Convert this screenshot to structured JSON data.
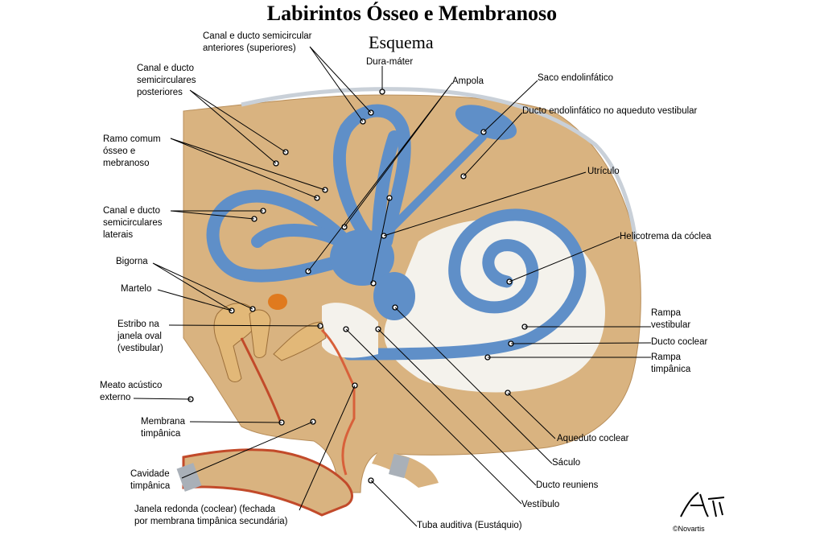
{
  "title": "Labirintos Ósseo e Membranoso",
  "subtitle": "Esquema",
  "signature": "©Novartis",
  "labels": {
    "canal_anterior": "Canal e ducto semicircular\nanteriores (superiores)",
    "dura_mater": "Dura-máter",
    "ampola": "Ampola",
    "saco_endolinfatico": "Saco endolinfático",
    "ducto_endolinfatico": "Ducto endolinfático no aqueduto vestibular",
    "canal_posterior": "Canal e ducto\nsemicirculares\nposteriores",
    "ramo_comum": "Ramo comum\nósseo e\nmebranoso",
    "utriculo": "Utrículo",
    "canal_lateral": "Canal e ducto\nsemicirculares\nlaterais",
    "helicotrema": "Helicotrema da cóclea",
    "bigorna": "Bigorna",
    "martelo": "Martelo",
    "estribo": "Estribo na\njanela oval\n(vestibular)",
    "rampa_vestibular": "Rampa\nvestibular",
    "ducto_coclear": "Ducto coclear",
    "rampa_timpanica": "Rampa\ntimpânica",
    "meato": "Meato acústico\nexterno",
    "membrana_timpanica": "Membrana\ntimpânica",
    "aqueduto_coclear": "Aqueduto coclear",
    "saculo": "Sáculo",
    "cavidade_timpanica": "Cavidade\ntimpânica",
    "ducto_reuniens": "Ducto reuniens",
    "vestibulo": "Vestíbulo",
    "janela_redonda": "Janela redonda (coclear) (fechada\npor membrana timpânica secundária)",
    "tuba_auditiva": "Tuba auditiva (Eustáquio)"
  },
  "colors": {
    "bone": "#d9b380",
    "endolymph": "#5f8fc8",
    "perilymph": "#f4f2ec",
    "dura": "#c9d0d8",
    "mucosa": "#d8603a"
  }
}
